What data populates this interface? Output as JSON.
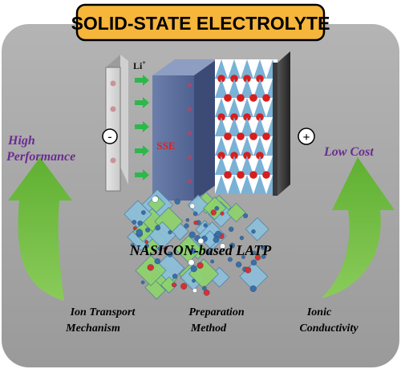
{
  "title": "SOLID-STATE ELECTROLYTE",
  "cell": {
    "ion_label": "Li",
    "ion_charge": "+",
    "minus_sign": "-",
    "plus_sign": "+",
    "electrolyte_label": "SSE"
  },
  "features": {
    "left": [
      "High",
      "Performance"
    ],
    "right": "Low Cost"
  },
  "center_label": "NASICON-based LATP",
  "topics": {
    "left": [
      "Ion Transport",
      "Mechanism"
    ],
    "middle": [
      "Preparation",
      "Method"
    ],
    "right": [
      "Ionic",
      "Conductivity"
    ]
  },
  "colors": {
    "title_fill": "#f6b53b",
    "background_panel": "#a6a6a6",
    "arrow_green": "#6ebd3c",
    "small_arrow_green": "#2db84a",
    "sse_block": "#5b6d9a",
    "ion_dot": "#d81d1d",
    "triangle_blue": "#7ab2d6",
    "feature_purple": "#6a2c91",
    "sse_text_red": "#e02020"
  }
}
